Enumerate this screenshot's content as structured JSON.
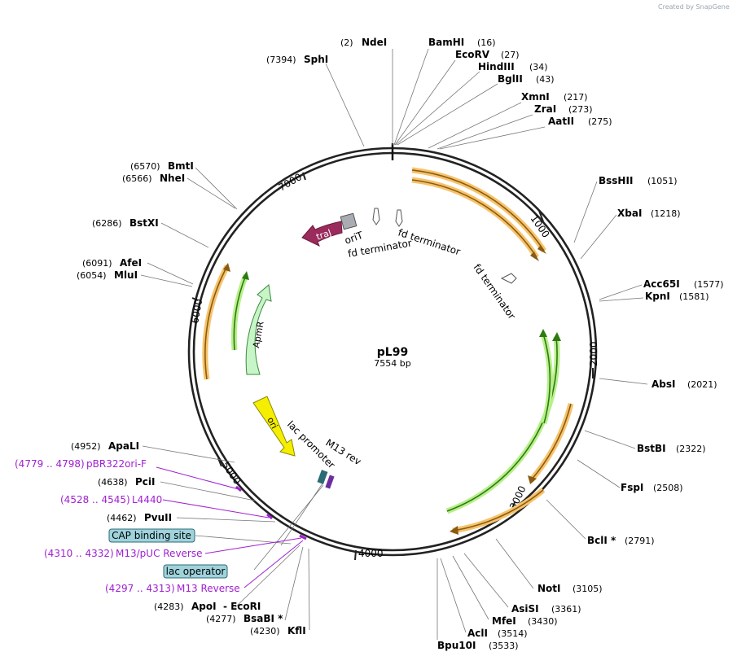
{
  "credit": "Created by SnapGene",
  "plasmid": {
    "name": "pL99",
    "length_label": "7554 bp"
  },
  "ticks": [
    "1000",
    "2000",
    "3000",
    "4000",
    "5000",
    "6000",
    "7000"
  ],
  "enzymes_right": [
    {
      "name": "BamHI",
      "pos": "(16)"
    },
    {
      "name": "EcoRV",
      "pos": "(27)"
    },
    {
      "name": "HindIII",
      "pos": "(34)"
    },
    {
      "name": "BglII",
      "pos": "(43)"
    },
    {
      "name": "XmnI",
      "pos": "(217)"
    },
    {
      "name": "ZraI",
      "pos": "(273)"
    },
    {
      "name": "AatII",
      "pos": "(275)"
    },
    {
      "name": "BssHII",
      "pos": "(1051)"
    },
    {
      "name": "XbaI",
      "pos": "(1218)"
    },
    {
      "name": "Acc65I",
      "pos": "(1577)"
    },
    {
      "name": "KpnI",
      "pos": "(1581)"
    },
    {
      "name": "AbsI",
      "pos": "(2021)"
    },
    {
      "name": "BstBI",
      "pos": "(2322)"
    },
    {
      "name": "FspI",
      "pos": "(2508)"
    },
    {
      "name": "BclI *",
      "pos": "(2791)"
    },
    {
      "name": "NotI",
      "pos": "(3105)"
    },
    {
      "name": "AsiSI",
      "pos": "(3361)"
    },
    {
      "name": "MfeI",
      "pos": "(3430)"
    },
    {
      "name": "AclI",
      "pos": "(3514)"
    },
    {
      "name": "Bpu10I",
      "pos": "(3533)"
    }
  ],
  "enzymes_left": [
    {
      "name": "NdeI",
      "pos": "(2)"
    },
    {
      "name": "SphI",
      "pos": "(7394)"
    },
    {
      "name": "BmtI",
      "pos": "(6570)"
    },
    {
      "name": "NheI",
      "pos": "(6566)"
    },
    {
      "name": "BstXI",
      "pos": "(6286)"
    },
    {
      "name": "AfeI",
      "pos": "(6091)"
    },
    {
      "name": "MluI",
      "pos": "(6054)"
    },
    {
      "name": "ApaLI",
      "pos": "(4952)"
    },
    {
      "name": "PciI",
      "pos": "(4638)"
    },
    {
      "name": "PvuII",
      "pos": "(4462)"
    },
    {
      "name": "ApoI  - EcoRI",
      "pos": "(4283)"
    },
    {
      "name": "BsaBI *",
      "pos": "(4277)"
    },
    {
      "name": "KflI",
      "pos": "(4230)"
    }
  ],
  "primers": [
    {
      "name": "pBR322ori-F",
      "pos": "(4779 .. 4798)"
    },
    {
      "name": "L4440",
      "pos": "(4528 .. 4545)"
    },
    {
      "name": "M13/pUC Reverse",
      "pos": "(4310 .. 4332)"
    },
    {
      "name": "M13 Reverse",
      "pos": "(4297 .. 4313)"
    }
  ],
  "boxed_features": [
    "CAP binding site",
    "lac operator"
  ],
  "features": {
    "traJ": "traJ",
    "oriT": "oriT",
    "fd_terminator": "fd terminator",
    "ApmR": "ApmR",
    "ori": "ori",
    "lac_promoter": "lac promoter",
    "M13_rev": "M13 rev"
  },
  "colors": {
    "backbone": "#222222",
    "orange_glow": "#f6c36b",
    "orange_core": "#8a5a12",
    "green_glow": "#b8ef8a",
    "green_core": "#2d7a12",
    "traJ": "#9b2b5c",
    "ApmR": "#c8f5c8",
    "ori": "#f5ee00",
    "primer": "#a020d0",
    "site_box": "#9fd3dc"
  }
}
